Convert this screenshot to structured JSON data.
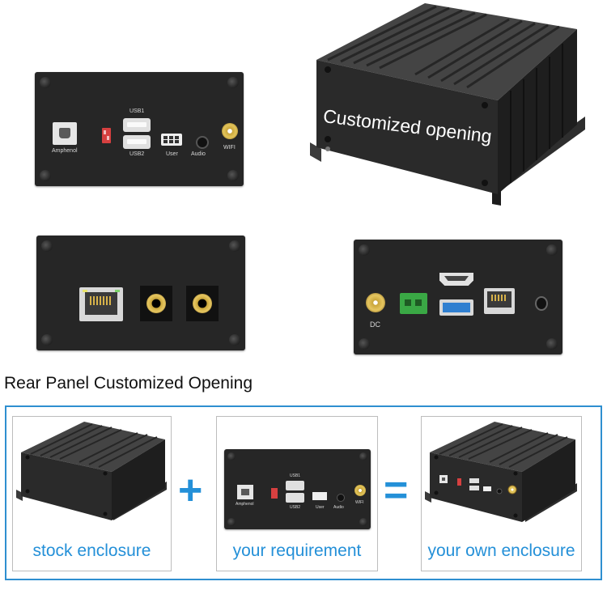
{
  "panel1": {
    "labels": {
      "amphenol": "Amphenol",
      "usb1": "USB1",
      "usb2": "USB2",
      "user": "User",
      "audio": "Audio",
      "wifi": "WIFI"
    }
  },
  "enclosure_overlay": "Customized opening",
  "panel4": {
    "dc_label": "DC"
  },
  "section_title": "Rear Panel Customized Opening",
  "combo": {
    "card1_caption": "stock enclosure",
    "plus": "+",
    "card2_caption": "your requirement",
    "equals": "=",
    "card3_caption": "your own enclosure",
    "mini_labels": {
      "amphenol": "Amphenol",
      "usb1": "USB1",
      "usb2": "USB2",
      "user": "User",
      "audio": "Audio",
      "wifi": "WIFI"
    }
  },
  "colors": {
    "accent_blue": "#2490d8",
    "border_blue": "#2e8fd0",
    "panel_dark": "#262626",
    "terminal_green": "#3aa845",
    "usb3_blue": "#2f7fd0",
    "dip_red": "#d64040"
  }
}
